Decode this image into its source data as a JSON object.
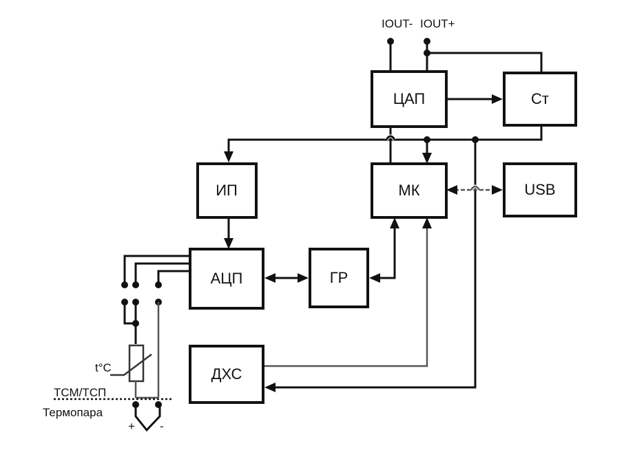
{
  "diagram": {
    "blocks": {
      "dac": "ЦАП",
      "st": "Ст",
      "ip": "ИП",
      "mk": "МК",
      "usb": "USB",
      "adc": "АЦП",
      "gr": "ГР",
      "dhs": "ДХС"
    },
    "terminals": {
      "iout_minus": "IOUT-",
      "iout_plus": "IOUT+"
    },
    "sensor": {
      "temp_label": "t°C",
      "rtd_label": "ТСМ/ТСП",
      "thermocouple_label": "Термопара",
      "plus": "+",
      "minus": "-"
    }
  }
}
